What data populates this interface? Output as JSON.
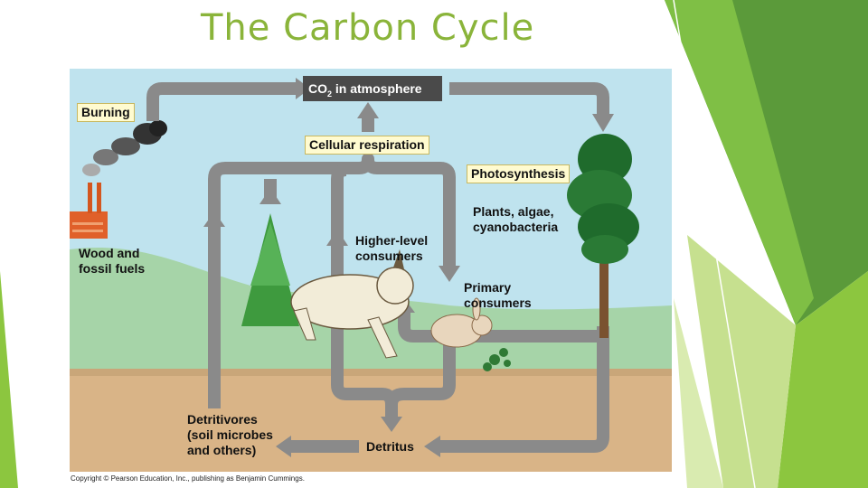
{
  "slide": {
    "title": "The Carbon Cycle"
  },
  "diagram": {
    "co2_prefix": "CO",
    "co2_subscript": "2",
    "co2_suffix": " in atmosphere",
    "burning": "Burning",
    "cellular_respiration": "Cellular respiration",
    "photosynthesis": "Photosynthesis",
    "plants": [
      "Plants, algae,",
      "cyanobacteria"
    ],
    "wood": [
      "Wood and",
      "fossil fuels"
    ],
    "higher_consumers": [
      "Higher-level",
      "consumers"
    ],
    "primary_consumers": [
      "Primary",
      "consumers"
    ],
    "detritivores": [
      "Detritivores",
      "(soil microbes",
      "and others)"
    ],
    "detritus": "Detritus",
    "copyright": "Copyright © Pearson Education, Inc., publishing as Benjamin Cummings."
  },
  "colors": {
    "title": "#8ab43a",
    "sky": "#bfe3ee",
    "hill": "#a6d4a8",
    "soil": "#d9b487",
    "arrow": "#8a8a8a",
    "accent_green": "#7ab43c"
  }
}
